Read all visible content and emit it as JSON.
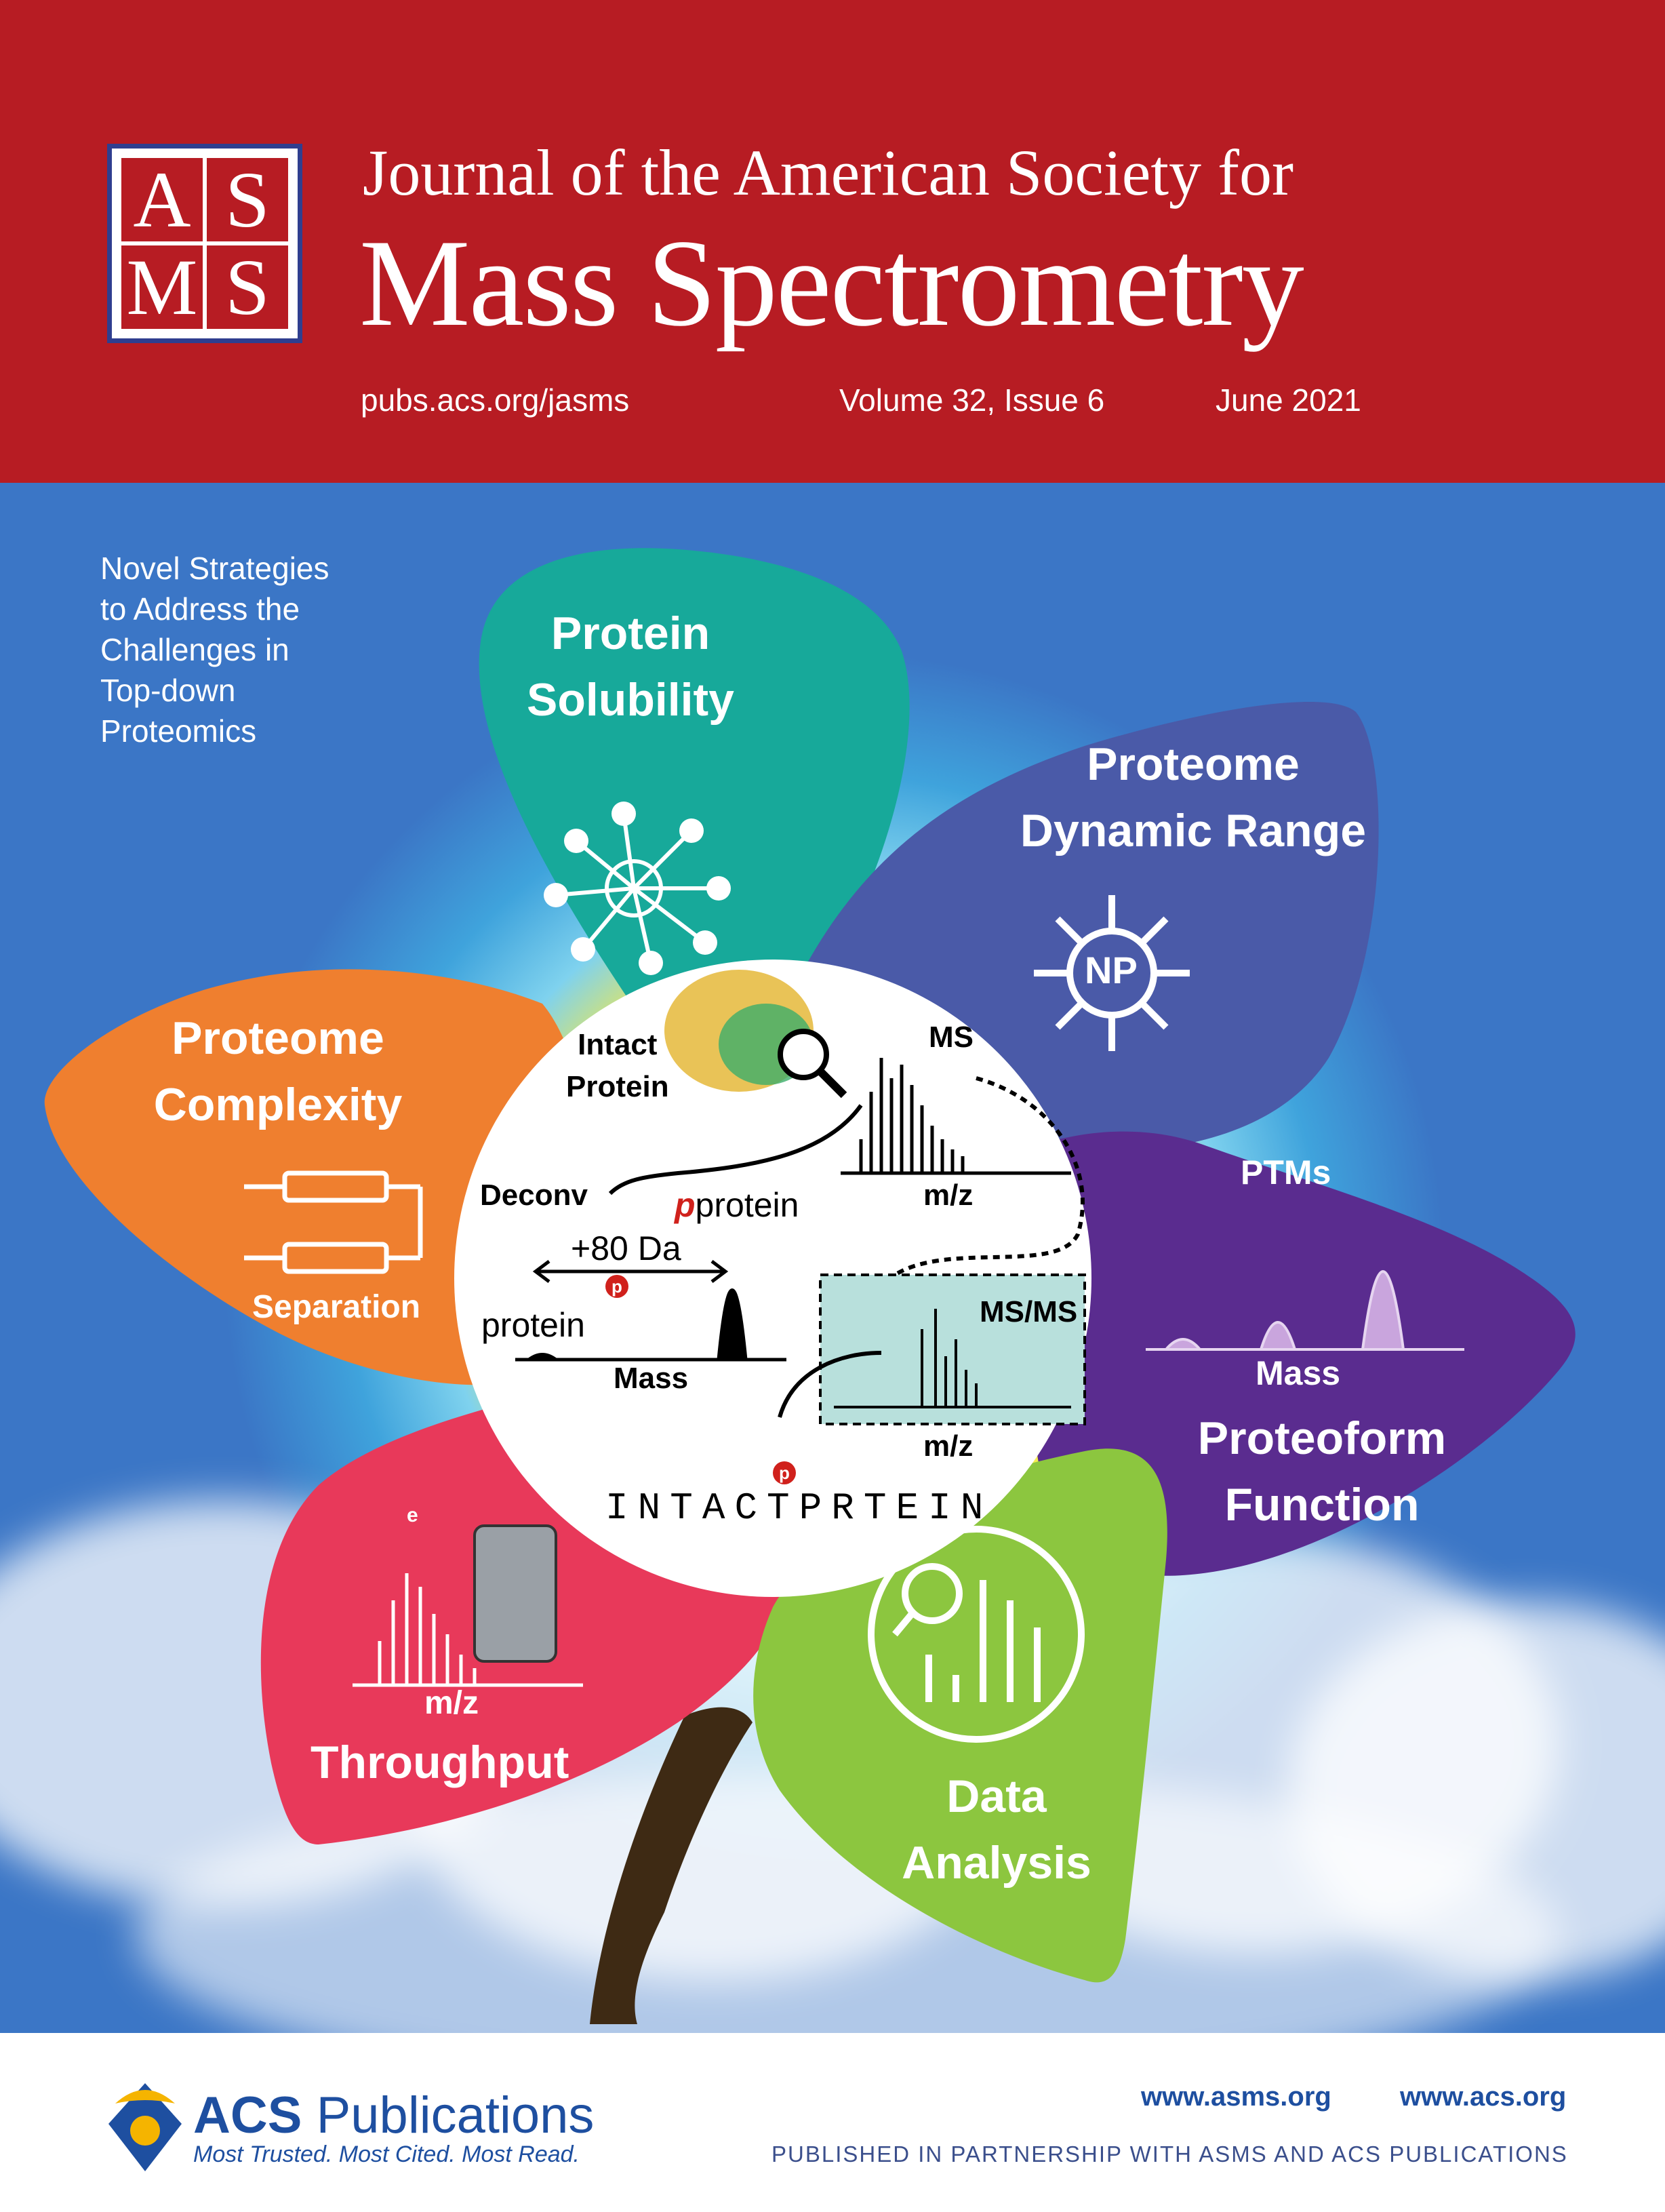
{
  "header": {
    "logo_letters": [
      "A",
      "S",
      "M",
      "S"
    ],
    "journal_line1": "Journal of the American Society for",
    "journal_line2": "Mass Spectrometry",
    "url": "pubs.acs.org/jasms",
    "volume_issue": "Volume 32, Issue 6",
    "date": "June 2021"
  },
  "cover_art": {
    "tagline": [
      "Novel Strategies",
      "to Address the",
      "Challenges in",
      "Top-down",
      "Proteomics"
    ],
    "petals": {
      "solubility": [
        "Protein",
        "Solubility"
      ],
      "dynamic_range": [
        "Proteome",
        "Dynamic Range"
      ],
      "dynamic_range_icon_text": "NP",
      "complexity": [
        "Proteome",
        "Complexity"
      ],
      "complexity_sub": "Separation",
      "function": [
        "Proteoform",
        "Function"
      ],
      "function_top": "PTMs",
      "function_axis": "Mass",
      "throughput": "Throughput",
      "throughput_axis": "m/z",
      "throughput_e": "e",
      "data_analysis": [
        "Data",
        "Analysis"
      ]
    },
    "center": {
      "intact_protein": [
        "Intact",
        "Protein"
      ],
      "ms": "MS",
      "ms_axis": "m/z",
      "deconv": "Deconv",
      "pprotein": "protein",
      "pprotein_prefix": "p",
      "mass_shift": "+80 Da",
      "protein": "protein",
      "mass_axis": "Mass",
      "msms": "MS/MS",
      "msms_axis": "m/z",
      "sequence": [
        "I",
        "N",
        "T",
        "A",
        "C",
        "T",
        "P",
        "R",
        "T",
        "E",
        "I",
        "N"
      ],
      "p_marker": "p"
    },
    "colors": {
      "solubility": "#17a99a",
      "dynamic_range": "#4a5aa8",
      "complexity": "#ef7f2f",
      "function": "#5a2c8f",
      "throughput": "#e8395a",
      "data_analysis": "#8cc63f",
      "stem": "#3e2a14"
    }
  },
  "footer": {
    "acs_name_bold": "ACS",
    "acs_name": "Publications",
    "acs_tagline": "Most Trusted. Most Cited. Most Read.",
    "url_asms": "www.asms.org",
    "url_acs": "www.acs.org",
    "partnership": "PUBLISHED IN PARTNERSHIP WITH ASMS AND ACS PUBLICATIONS"
  }
}
